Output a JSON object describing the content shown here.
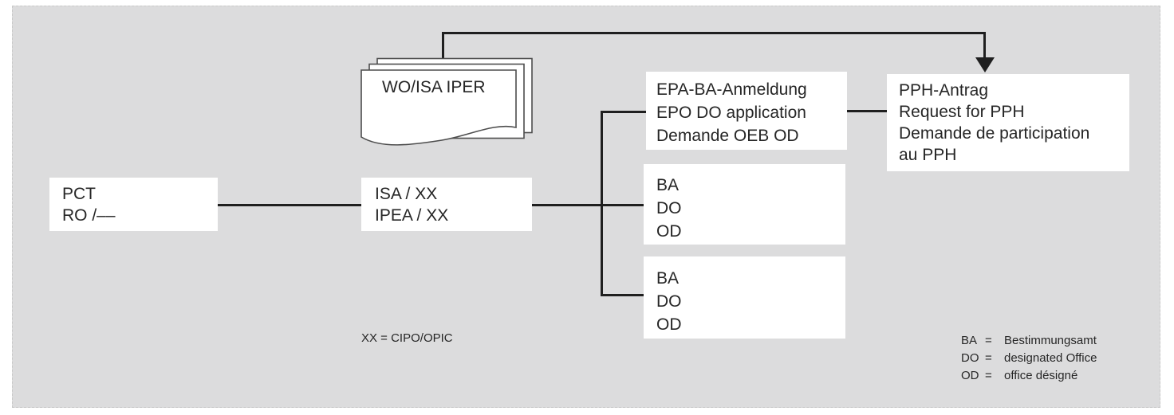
{
  "diagram": {
    "description": "PCT / PPH patent procedure flow diagram",
    "nodes": {
      "pct": {
        "lines": [
          "PCT",
          "RO /––"
        ]
      },
      "isa": {
        "lines": [
          "ISA / XX",
          "IPEA / XX"
        ]
      },
      "documents": {
        "lines": [
          "WO/ISA",
          "IPER"
        ]
      },
      "epa": {
        "lines": [
          "EPA-BA-Anmeldung",
          "EPO DO application",
          "Demande OEB OD"
        ]
      },
      "ba1": {
        "lines": [
          "BA",
          "DO",
          "OD"
        ]
      },
      "ba2": {
        "lines": [
          "BA",
          "DO",
          "OD"
        ]
      },
      "pph": {
        "lines": [
          "PPH-Antrag",
          "Request for PPH",
          "Demande de participation",
          "au PPH"
        ]
      }
    },
    "legend_left": "XX = CIPO/OPIC",
    "legend_right": [
      {
        "abbr": "BA",
        "eq": "=",
        "def": "Bestimmungsamt"
      },
      {
        "abbr": "DO",
        "eq": "=",
        "def": "designated Office"
      },
      {
        "abbr": "OD",
        "eq": "=",
        "def": "office désigné"
      }
    ],
    "colors": {
      "background": "#dcdcdd",
      "box": "#ffffff",
      "line": "#1f1f1f",
      "text": "#262626",
      "sheet_stroke": "#4d4d4d"
    }
  }
}
